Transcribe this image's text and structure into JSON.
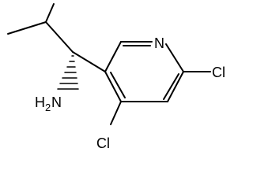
{
  "structure": {
    "atoms": {
      "nitrogen_ring": "N",
      "chlorine_right": "Cl",
      "chlorine_bottom": "Cl",
      "amine": "H",
      "amine_subscript": "2",
      "amine_n": "N"
    }
  }
}
